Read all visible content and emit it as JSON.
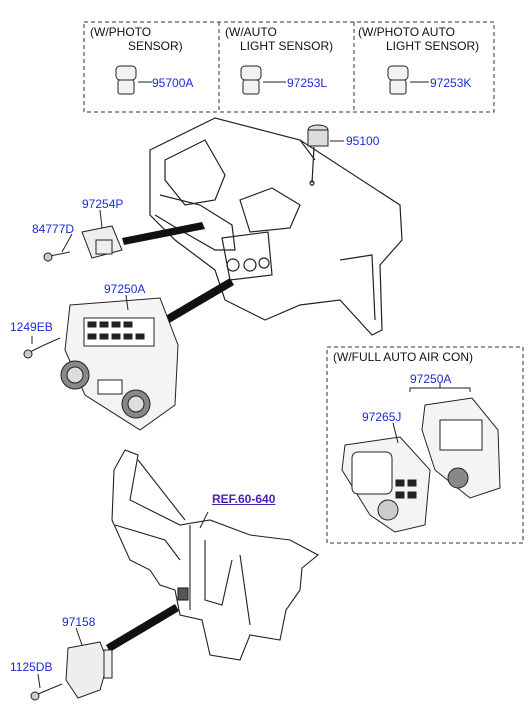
{
  "colors": {
    "part_number": "#1b2bd6",
    "reference": "#4b1fb0",
    "line": "#222222"
  },
  "variants": [
    {
      "line1": "(W/PHOTO",
      "line2": "SENSOR)",
      "part": "95700A"
    },
    {
      "line1": "(W/AUTO",
      "line2": "LIGHT SENSOR)",
      "part": "97253L"
    },
    {
      "line1": "(W/PHOTO  AUTO",
      "line2": "LIGHT SENSOR)",
      "part": "97253K"
    }
  ],
  "parts": {
    "sensor_top": "95100",
    "blower_resistor": "97254P",
    "screw": "84777D",
    "control_unit": "97250A",
    "bolt": "1249EB",
    "bracket": "97158",
    "bolt_bottom": "1125DB"
  },
  "reference": "REF.60-640",
  "full_auto": {
    "title": "(W/FULL AUTO AIR CON)",
    "unit": "97250A",
    "panel": "97265J"
  }
}
